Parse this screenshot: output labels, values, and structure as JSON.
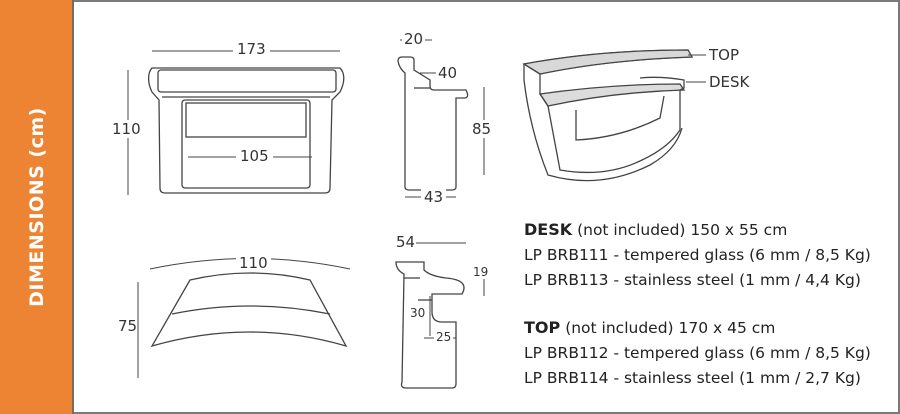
{
  "sidebar": {
    "title": "DIMENSIONS (cm)",
    "color": "#ec8434"
  },
  "front_view": {
    "width": "173",
    "height": "110",
    "inner_width": "105"
  },
  "side_view_top": {
    "top_depth": "20",
    "desk_depth": "40",
    "height": "85",
    "base_depth": "43"
  },
  "plan_view": {
    "width": "110",
    "depth": "75"
  },
  "side_view_bottom": {
    "depth": "54",
    "top_offset": "19",
    "shelf_height": "30",
    "shelf_depth": "25"
  },
  "perspective": {
    "top_label": "TOP",
    "desk_label": "DESK"
  },
  "desk": {
    "title": "DESK",
    "note": "(not included) 150 x 55 cm",
    "items": [
      "LP BRB111 - tempered glass (6 mm / 8,5 Kg)",
      "LP BRB113 - stainless steel (1 mm / 4,4 Kg)"
    ]
  },
  "top": {
    "title": "TOP",
    "note": "(not included) 170 x 45 cm",
    "items": [
      "LP BRB112 - tempered glass (6 mm / 8,5 Kg)",
      "LP BRB114 - stainless steel (1 mm / 2,7 Kg)"
    ]
  }
}
